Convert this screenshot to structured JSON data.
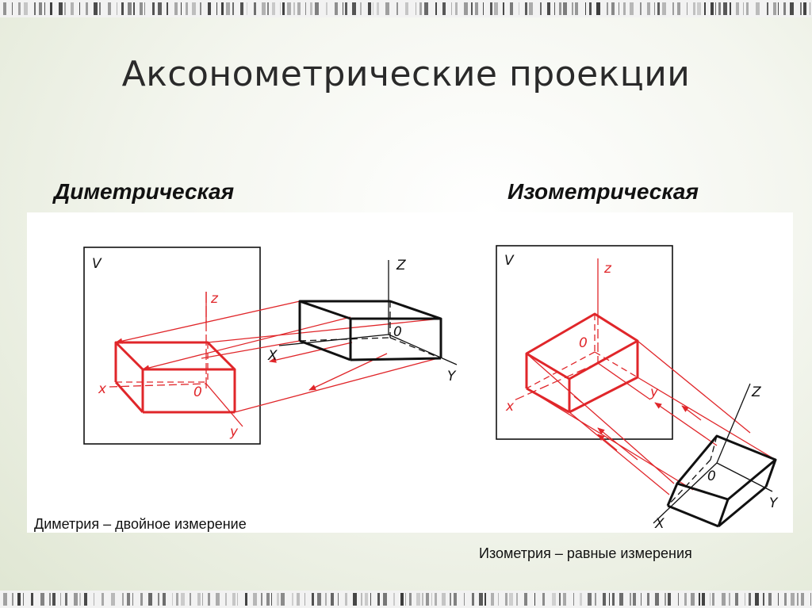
{
  "slide": {
    "title": "Аксонометрические проекции",
    "left_heading": "Диметрическая",
    "right_heading": "Изометрическая",
    "left_caption": "Диметрия – двойное измерение",
    "right_caption": "Изометрия – равные измерения"
  },
  "dimetric": {
    "plane_label": "V",
    "red_axes": {
      "z": "z",
      "x": "x",
      "y": "y",
      "origin": "0"
    },
    "black_axes": {
      "z": "Z",
      "x": "X",
      "y": "Y",
      "origin": "0"
    }
  },
  "isometric": {
    "plane_label": "V",
    "red_axes": {
      "z": "z",
      "x": "x",
      "y": "y",
      "origin": "0"
    },
    "black_axes": {
      "z": "Z",
      "x": "X",
      "y": "Y",
      "origin": "0"
    }
  },
  "colors": {
    "projection": "#e0262a",
    "object": "#111111",
    "title_text": "#2a2a2a"
  }
}
